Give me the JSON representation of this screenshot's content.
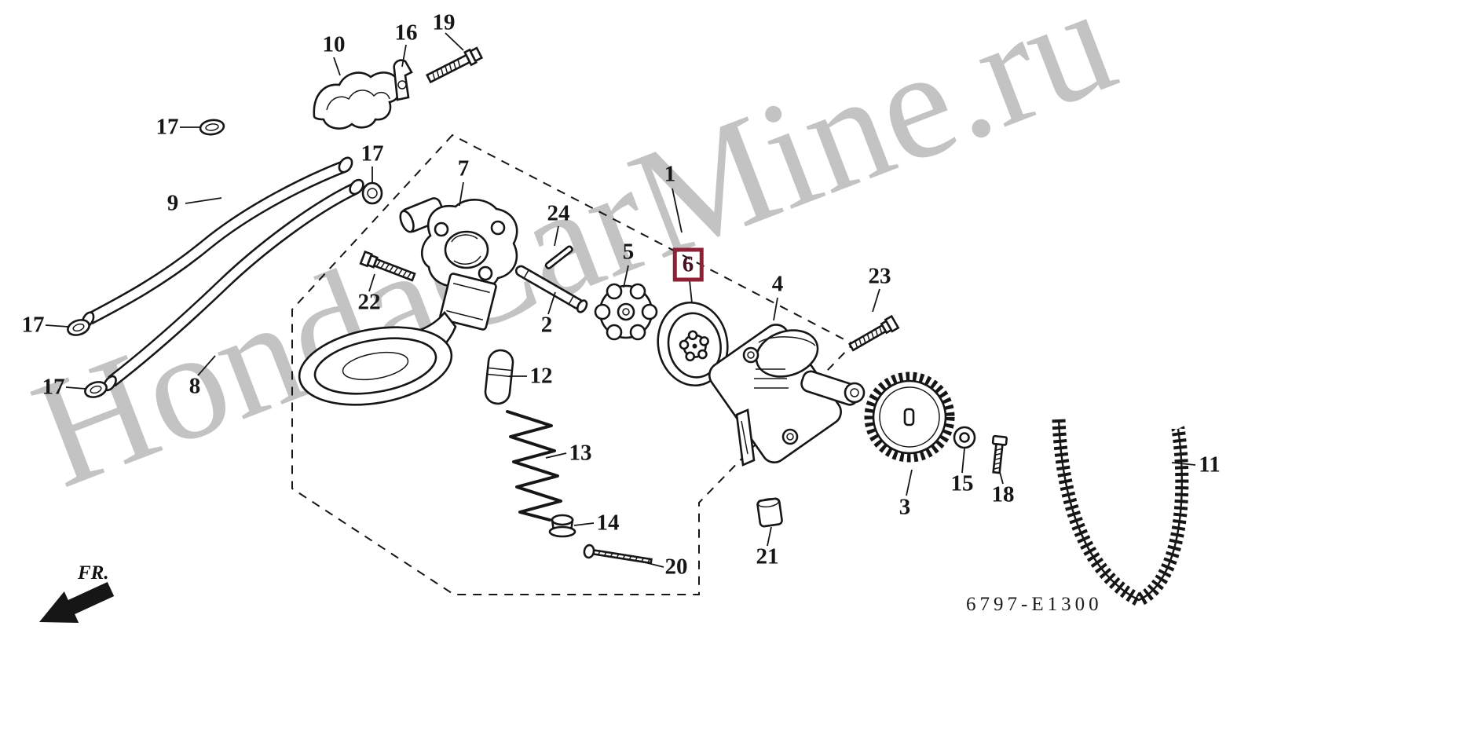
{
  "diagram": {
    "watermark": "HondaCarMine.ru",
    "code": "6797-E1300",
    "fr_label": "FR.",
    "highlighted_part": "6",
    "highlight_color": "#8e2136",
    "labels": [
      "1",
      "2",
      "3",
      "4",
      "5",
      "6",
      "7",
      "8",
      "9",
      "10",
      "11",
      "12",
      "13",
      "14",
      "15",
      "16",
      "17",
      "17",
      "17",
      "17",
      "18",
      "19",
      "20",
      "21",
      "22",
      "23",
      "24"
    ]
  }
}
